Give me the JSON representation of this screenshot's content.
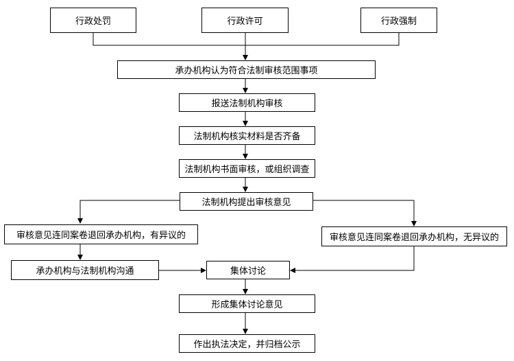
{
  "nodes": {
    "penalty": "行政处罚",
    "permit": "行政许可",
    "enforce": "行政强制",
    "scope": "承办机构认为符合法制审核范围事项",
    "submit": "报送法制机构审核",
    "verify": "法制机构核实材料是否齐备",
    "written_review": "法制机构书面审核，或组织调查",
    "opinion": "法制机构提出审核意见",
    "return_objection": "审核意见连同案卷退回承办机构，有异议的",
    "return_no_objection": "审核意见连同案卷退回承办机构，无异议的",
    "communicate": "承办机构与法制机构沟通",
    "collective": "集体讨论",
    "collective_opinion": "形成集体讨论意见",
    "decision": "作出执法决定，并归档公示"
  }
}
